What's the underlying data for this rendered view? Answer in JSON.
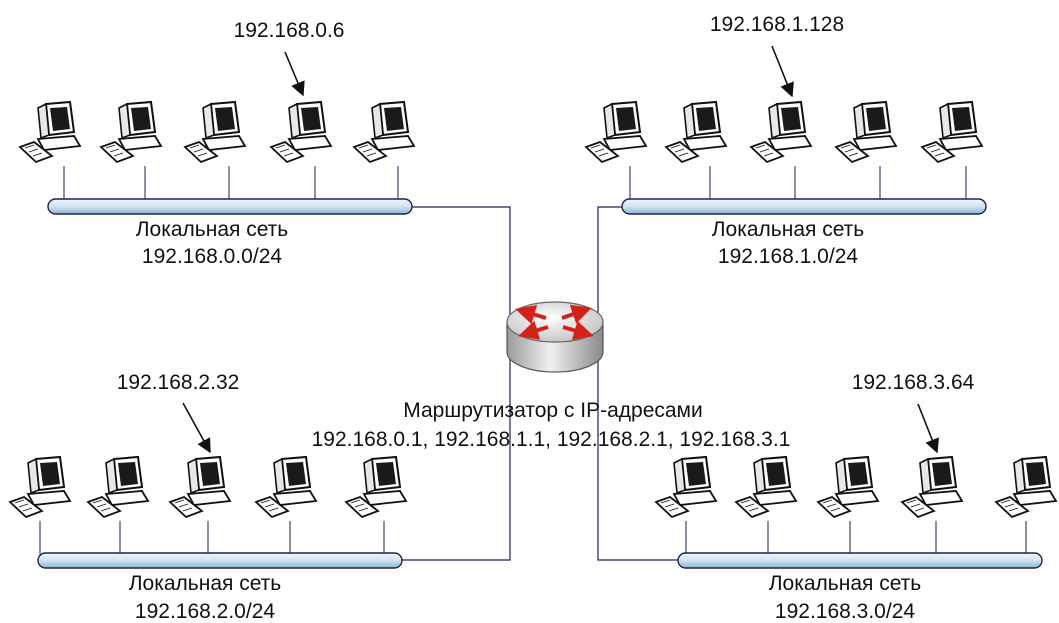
{
  "router": {
    "caption_line1": "Маршрутизатор с IP-адресами",
    "caption_line2": "192.168.0.1, 192.168.1.1, 192.168.2.1, 192.168.3.1"
  },
  "networks": [
    {
      "label": "Локальная сеть",
      "subnet": "192.168.0.0/24",
      "host_label": "192.168.0.6",
      "hosts": 5
    },
    {
      "label": "Локальная сеть",
      "subnet": "192.168.1.0/24",
      "host_label": "192.168.1.128",
      "hosts": 5
    },
    {
      "label": "Локальная сеть",
      "subnet": "192.168.2.0/24",
      "host_label": "192.168.2.32",
      "hosts": 5
    },
    {
      "label": "Локальная сеть",
      "subnet": "192.168.3.0/24",
      "host_label": "192.168.3.64",
      "hosts": 5
    }
  ],
  "icons": {
    "computer": "computer-icon",
    "router": "router-icon",
    "arrow": "arrow-icon"
  }
}
